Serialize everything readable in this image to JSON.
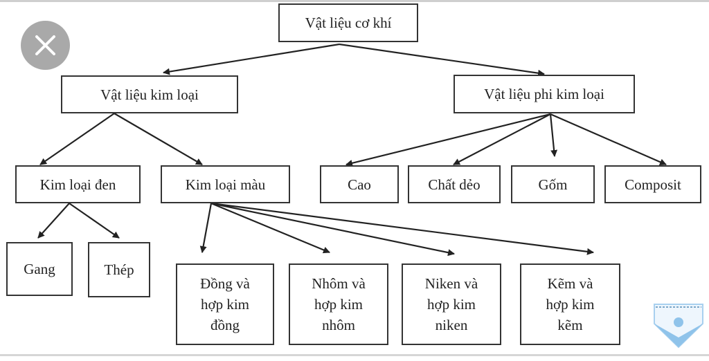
{
  "diagram": {
    "root": "Vật liệu cơ khí",
    "metal": "Vật liệu kim loại",
    "nonmetal": "Vật liệu phi kim loại",
    "ferrous": "Kim loại đen",
    "nonferrous": "Kim loại màu",
    "rubber": "Cao",
    "plastic": "Chất dẻo",
    "ceramic": "Gốm",
    "composite": "Composit",
    "cast_iron": "Gang",
    "steel": "Thép",
    "copper": "Đồng và hợp kim đồng",
    "aluminum": "Nhôm và hợp kim nhôm",
    "nickel": "Niken và hợp kim niken",
    "zinc": "Kẽm và hợp kim kẽm"
  },
  "icons": {
    "close": "close-icon",
    "watermark": "shield-logo"
  },
  "colors": {
    "close_bg": "#a9a9a9",
    "logo": "#8fc3ea"
  }
}
